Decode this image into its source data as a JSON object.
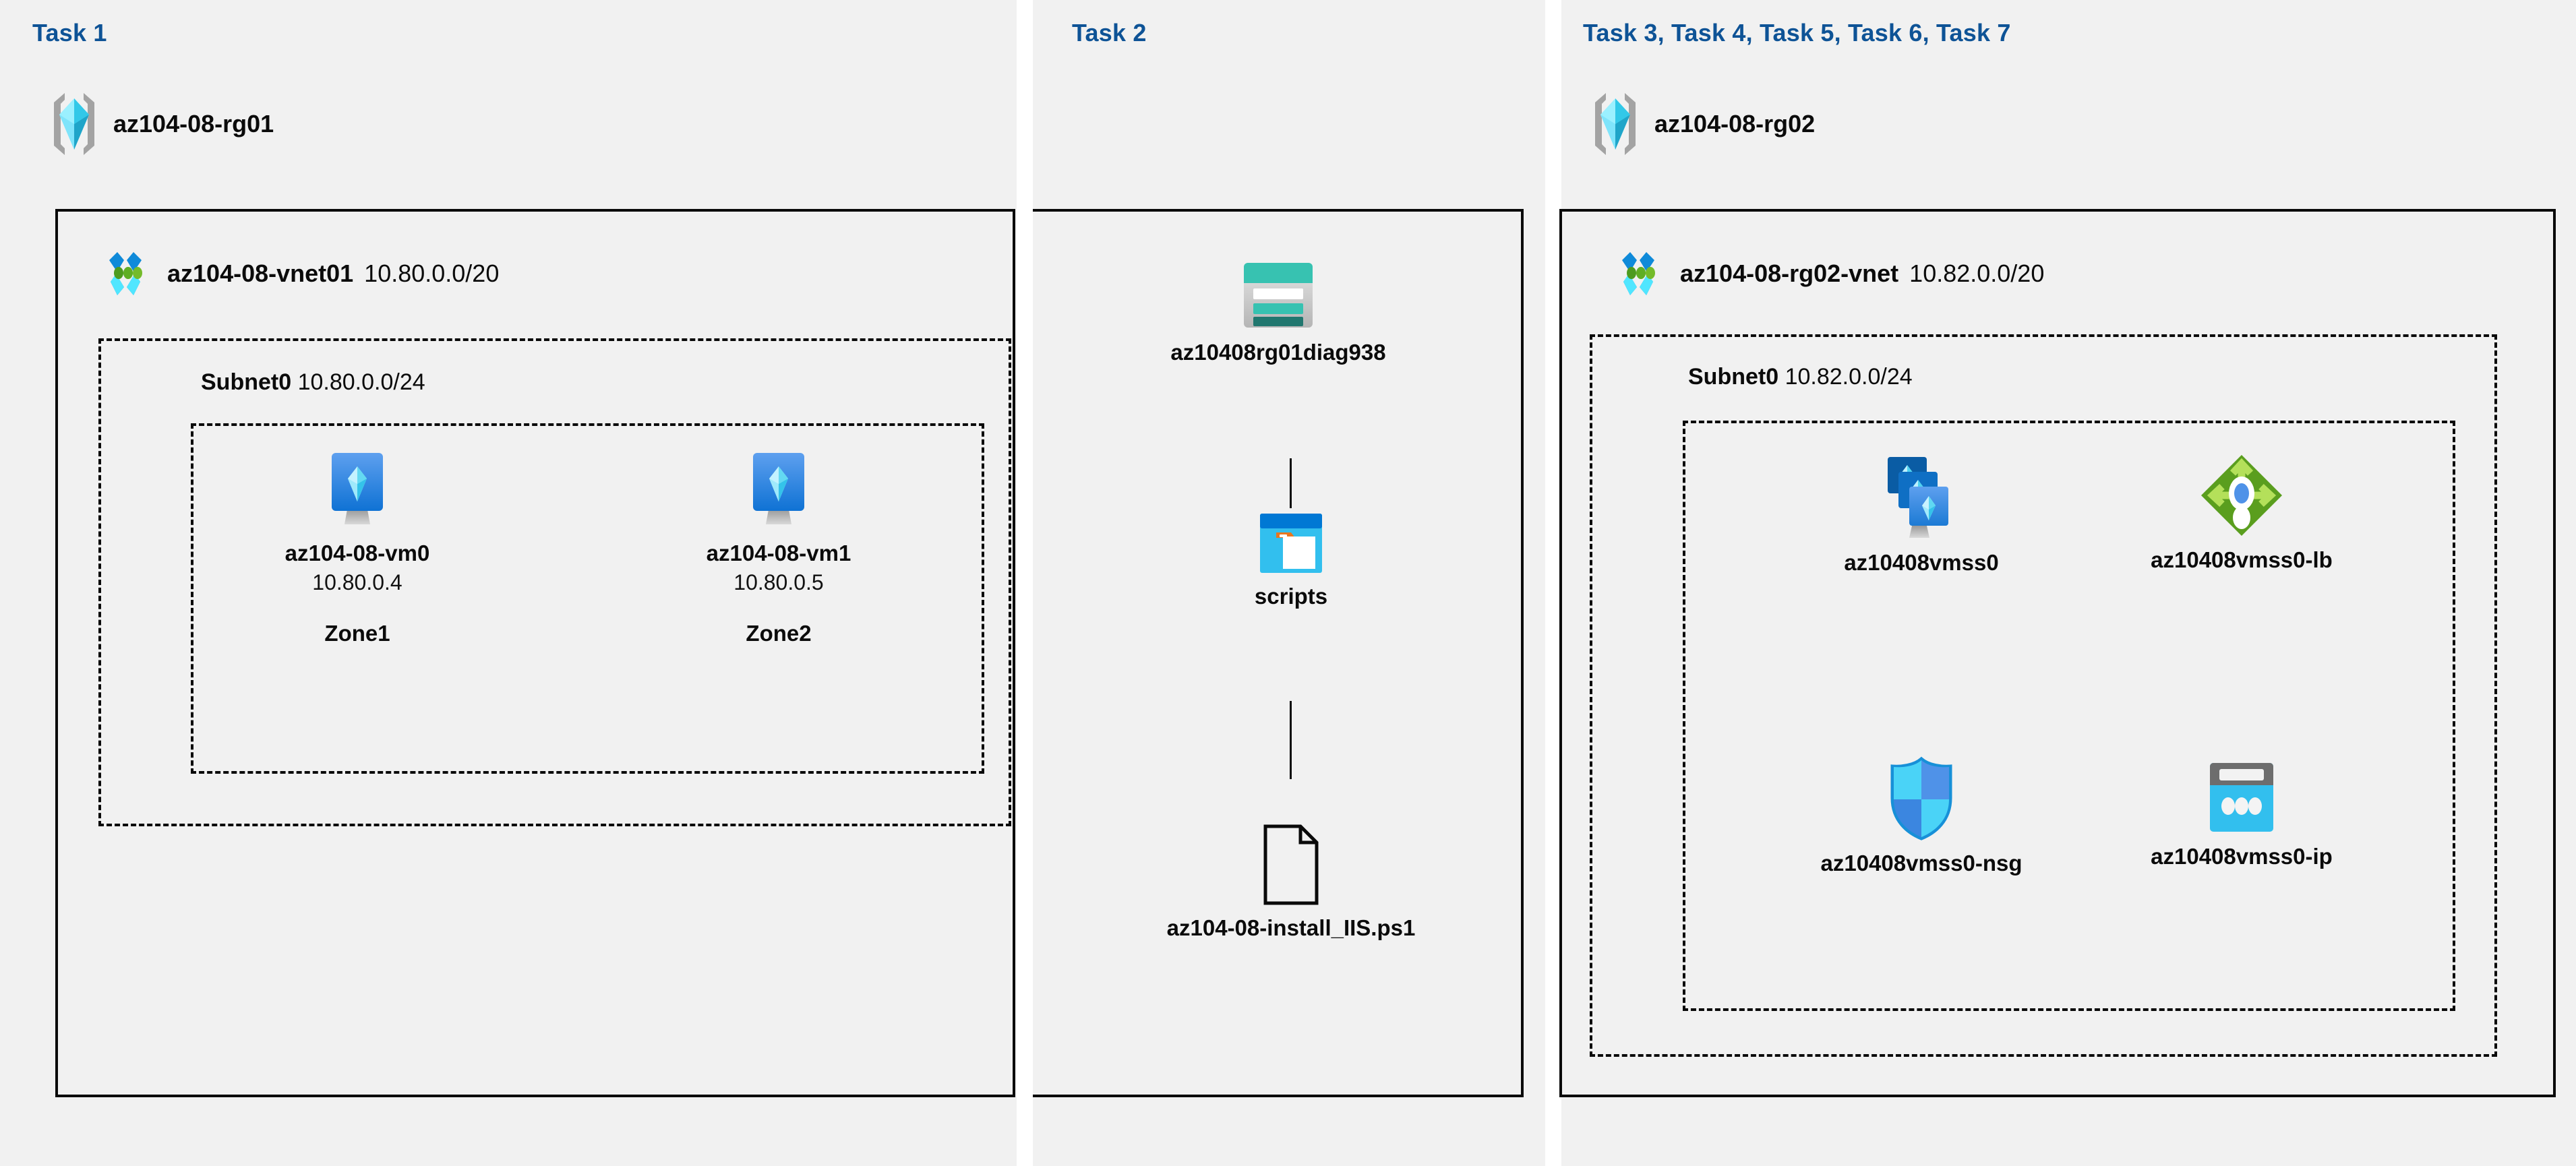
{
  "colors": {
    "panel_background": "#f1f1f1",
    "page_background": "#ffffff",
    "heading_blue": "#0e5396",
    "outline_black": "#0a0a0a",
    "azure_blue": "#0078d4",
    "azure_cyan": "#50e6ff",
    "lb_green": "#7fba00",
    "storage_teal": "#37c2b1"
  },
  "panels": {
    "task1": {
      "heading": "Task 1",
      "resource_group": {
        "icon": "resource-group-icon",
        "label": "az104-08-rg01"
      },
      "vnet": {
        "icon": "virtual-network-icon",
        "name": "az104-08-vnet01",
        "cidr": "10.80.0.0/20"
      },
      "subnet": {
        "name": "Subnet0",
        "cidr": "10.80.0.0/24"
      },
      "vms": [
        {
          "icon": "virtual-machine-icon",
          "label": "az104-08-vm0",
          "ip": "10.80.0.4",
          "zone": "Zone1"
        },
        {
          "icon": "virtual-machine-icon",
          "label": "az104-08-vm1",
          "ip": "10.80.0.5",
          "zone": "Zone2"
        }
      ]
    },
    "task2": {
      "heading": "Task 2",
      "nodes": [
        {
          "icon": "storage-account-icon",
          "label": "az10408rg01diag938"
        },
        {
          "icon": "blob-container-icon",
          "label": "scripts"
        },
        {
          "icon": "file-icon",
          "label": "az104-08-install_IIS.ps1"
        }
      ]
    },
    "task3": {
      "heading": "Task 3, Task 4, Task 5, Task 6, Task 7",
      "resource_group": {
        "icon": "resource-group-icon",
        "label": "az104-08-rg02"
      },
      "vnet": {
        "icon": "virtual-network-icon",
        "name": "az104-08-rg02-vnet",
        "cidr": "10.82.0.0/20"
      },
      "subnet": {
        "name": "Subnet0",
        "cidr": "10.82.0.0/24"
      },
      "resources": [
        {
          "icon": "vm-scale-set-icon",
          "label": "az10408vmss0"
        },
        {
          "icon": "load-balancer-icon",
          "label": "az10408vmss0-lb"
        },
        {
          "icon": "network-security-group-icon",
          "label": "az10408vmss0-nsg"
        },
        {
          "icon": "public-ip-address-icon",
          "label": "az10408vmss0-ip"
        }
      ]
    }
  }
}
